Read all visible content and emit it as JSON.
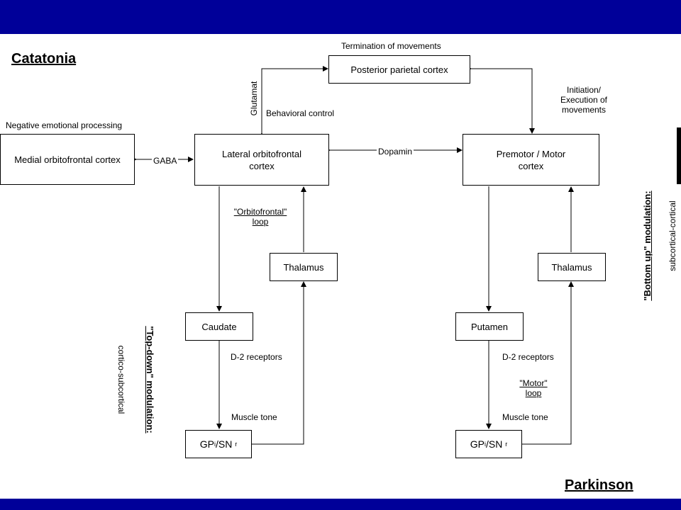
{
  "titles": {
    "left": "Catatonia",
    "right": "Parkinson"
  },
  "boxes": {
    "posterior_parietal": "Posterior parietal cortex",
    "medial_orbitofrontal": "Medial orbitofrontal cortex",
    "lateral_orbitofrontal": "Lateral orbitofrontal cortex",
    "premotor_motor": "Premotor / Motor cortex",
    "thalamus_left": "Thalamus",
    "thalamus_right": "Thalamus",
    "caudate": "Caudate",
    "putamen": "Putamen",
    "gp_left": {
      "main1": "GP",
      "sub1": "i",
      "sep": "/SN",
      "sub2": "r"
    },
    "gp_right": {
      "main1": "GP",
      "sub1": "i",
      "sep": "/SN",
      "sub2": "r"
    }
  },
  "labels": {
    "termination": "Termination of movements",
    "glutamat": "Glutamat",
    "behavioral_control": "Behavioral control",
    "initiation_line1": "Initiation/",
    "initiation_line2": "Execution of",
    "initiation_line3": "movements",
    "negative_emotional": "Negative emotional processing",
    "gaba": "GABA",
    "dopamin": "Dopamin",
    "orbitofrontal_loop_line1": "\"Orbitofrontal\"",
    "orbitofrontal_loop_line2": "loop",
    "motor_loop_line1": "\"Motor\"",
    "motor_loop_line2": "loop",
    "d2_left": "D-2 receptors",
    "d2_right": "D-2 receptors",
    "muscle_tone_left": "Muscle tone",
    "muscle_tone_right": "Muscle tone",
    "top_down_title": "\"Top-down\" modulation:",
    "top_down_sub": "cortico-subcortical",
    "bottom_up_title": "\"Bottom up\" modulation:",
    "bottom_up_sub": "subcortical-cortical"
  },
  "colors": {
    "bar": "#000099",
    "line": "#000000"
  }
}
